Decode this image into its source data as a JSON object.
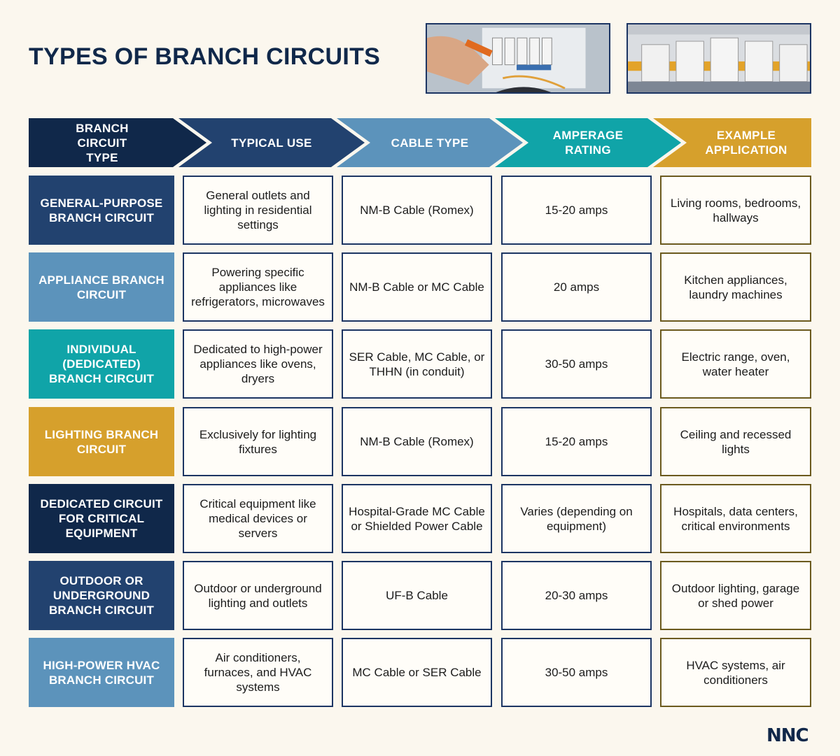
{
  "title": "TYPES OF BRANCH CIRCUITS",
  "headers": [
    {
      "label": "BRANCH CIRCUIT TYPE",
      "color": "#10284a"
    },
    {
      "label": "TYPICAL USE",
      "color": "#22426f"
    },
    {
      "label": "CABLE TYPE",
      "color": "#5c93bb"
    },
    {
      "label": "AMPERAGE RATING",
      "color": "#10a4a8"
    },
    {
      "label": "EXAMPLE APPLICATION",
      "color": "#d6a02c"
    }
  ],
  "rows": [
    {
      "type": "GENERAL-PURPOSE BRANCH CIRCUIT",
      "type_color": "#22426f",
      "use": "General outlets and lighting in residential settings",
      "cable": "NM-B Cable (Romex)",
      "amperage": "15-20 amps",
      "example": "Living rooms, bedrooms, hallways"
    },
    {
      "type": "APPLIANCE BRANCH CIRCUIT",
      "type_color": "#5c93bb",
      "use": "Powering specific appliances like refrigerators, microwaves",
      "cable": "NM-B Cable or MC Cable",
      "amperage": "20 amps",
      "example": "Kitchen appliances, laundry machines"
    },
    {
      "type": "INDIVIDUAL (DEDICATED) BRANCH CIRCUIT",
      "type_color": "#10a4a8",
      "use": "Dedicated to high-power appliances like ovens, dryers",
      "cable": "SER Cable, MC Cable, or THHN (in conduit)",
      "amperage": "30-50 amps",
      "example": "Electric range, oven, water heater"
    },
    {
      "type": "LIGHTING BRANCH CIRCUIT",
      "type_color": "#d6a02c",
      "use": "Exclusively for lighting fixtures",
      "cable": "NM-B Cable (Romex)",
      "amperage": "15-20 amps",
      "example": "Ceiling and recessed lights"
    },
    {
      "type": "DEDICATED CIRCUIT FOR CRITICAL EQUIPMENT",
      "type_color": "#10284a",
      "use": "Critical equipment like medical devices or servers",
      "cable": "Hospital-Grade MC Cable or Shielded Power Cable",
      "amperage": "Varies (depending on equipment)",
      "example": "Hospitals, data centers, critical environments"
    },
    {
      "type": "OUTDOOR OR UNDERGROUND BRANCH CIRCUIT",
      "type_color": "#22426f",
      "use": "Outdoor or underground lighting and outlets",
      "cable": "UF-B Cable",
      "amperage": "20-30 amps",
      "example": "Outdoor lighting, garage or shed power"
    },
    {
      "type": "HIGH-POWER HVAC BRANCH CIRCUIT",
      "type_color": "#5c93bb",
      "use": "Air conditioners, furnaces, and HVAC systems",
      "cable": "MC Cable or SER Cable",
      "amperage": "30-50 amps",
      "example": "HVAC systems, air conditioners"
    }
  ],
  "logo": "NNC"
}
